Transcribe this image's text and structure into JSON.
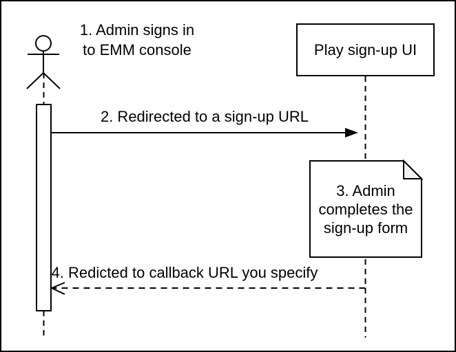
{
  "colors": {
    "stroke": "#000000",
    "background": "#ffffff",
    "note_fold": "#f2f2f2"
  },
  "diagram": {
    "step1": {
      "lines": [
        "1. Admin signs in",
        "to EMM console"
      ]
    },
    "participant": {
      "label": "Play sign-up UI"
    },
    "step2": {
      "label": "2. Redirected to a sign-up URL"
    },
    "note": {
      "lines": [
        "3. Admin",
        "completes the",
        "sign-up form"
      ]
    },
    "step4": {
      "label": "4. Redicted to callback URL you specify"
    }
  }
}
